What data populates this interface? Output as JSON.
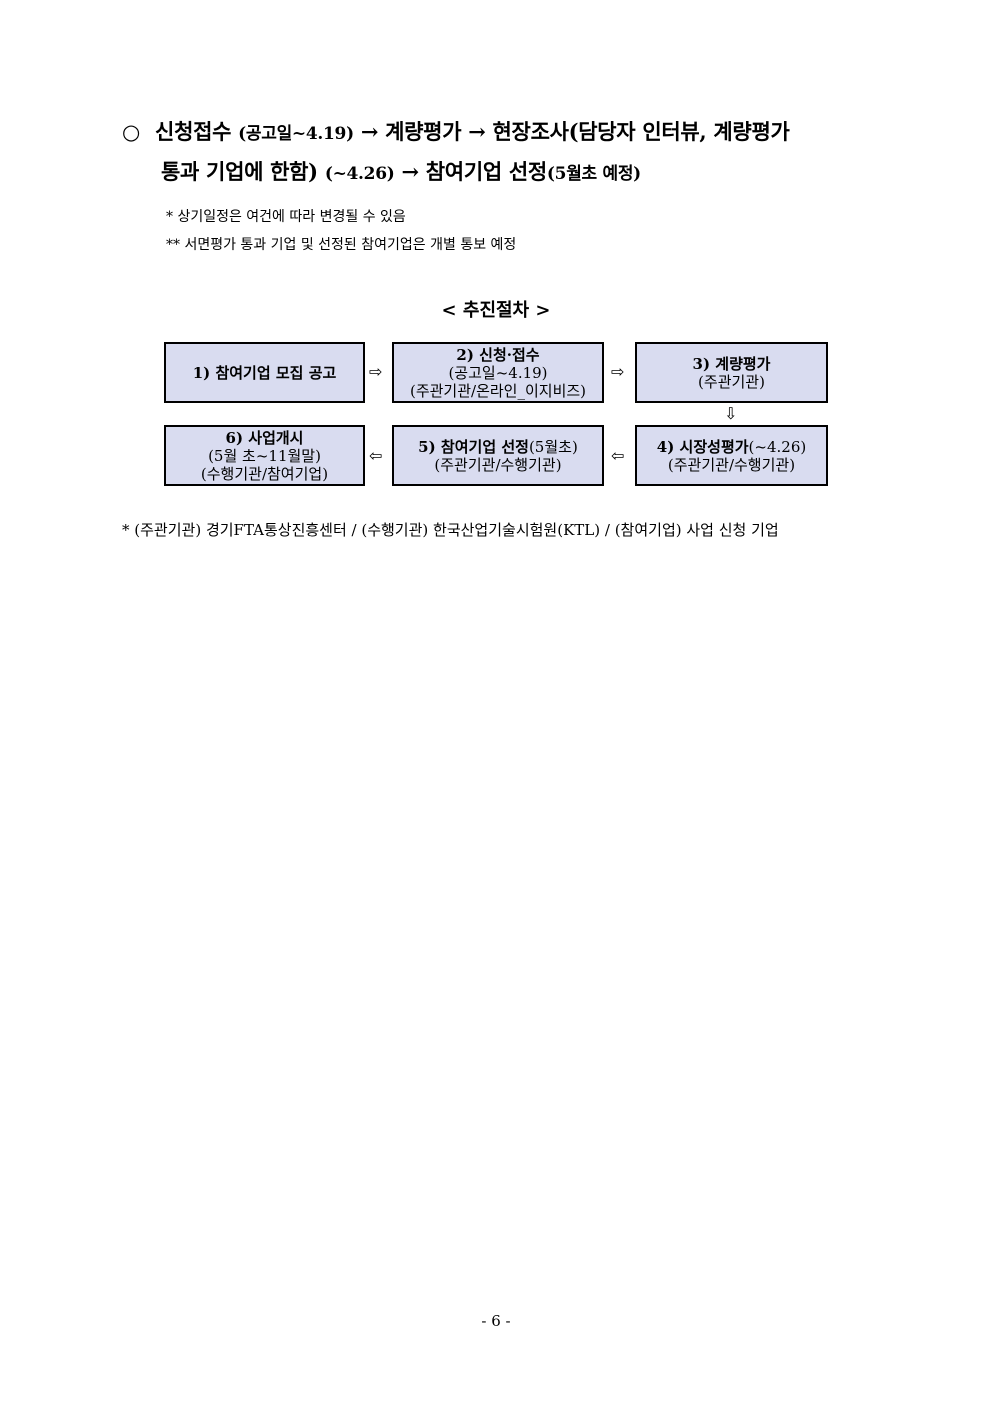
{
  "summary": {
    "bullet": "○",
    "line1_a": "신청접수",
    "line1_b": "(공고일~4.19)",
    "line1_c": "→ 계량평가 → 현장조사(담당자 인터뷰, 계량평가",
    "line2_a": "통과 기업에 한함)",
    "line2_b": "(~4.26)",
    "line2_c": "→ 참여기업 선정",
    "line2_d": "(5월초 예정)"
  },
  "notes": [
    "* 상기일정은 여건에 따라 변경될 수 있음",
    "** 서면평가 통과 기업 및 선정된 참여기업은 개별 통보 예정"
  ],
  "diagram": {
    "caption": "< 추진절차 >",
    "boxes": [
      {
        "title": "1) 참여기업 모집 공고"
      },
      {
        "title": "2) 신청·접수",
        "sub1": "(공고일~4.19)",
        "sub2": "(주관기관/온라인_이지비즈)"
      },
      {
        "title": "3) 계량평가",
        "sub1": "(주관기관)"
      },
      {
        "title": "4) 시장성평가",
        "title_extra": "(~4.26)",
        "sub1": "(주관기관/수행기관)"
      },
      {
        "title": "5) 참여기업 선정",
        "title_extra": "(5월초)",
        "sub1": "(주관기관/수행기관)"
      },
      {
        "title": "6) 사업개시",
        "sub1": "(5월 초~11월말)",
        "sub2": "(수행기관/참여기업)"
      }
    ],
    "arrows": {
      "right": "⇨",
      "down": "⇩",
      "left": "⇦"
    }
  },
  "footnote": "* (주관기관) 경기FTA통상진흥센터 / (수행기관) 한국산업기술시험원(KTL) / (참여기업) 사업 신청 기업",
  "page_number": "- 6 -"
}
